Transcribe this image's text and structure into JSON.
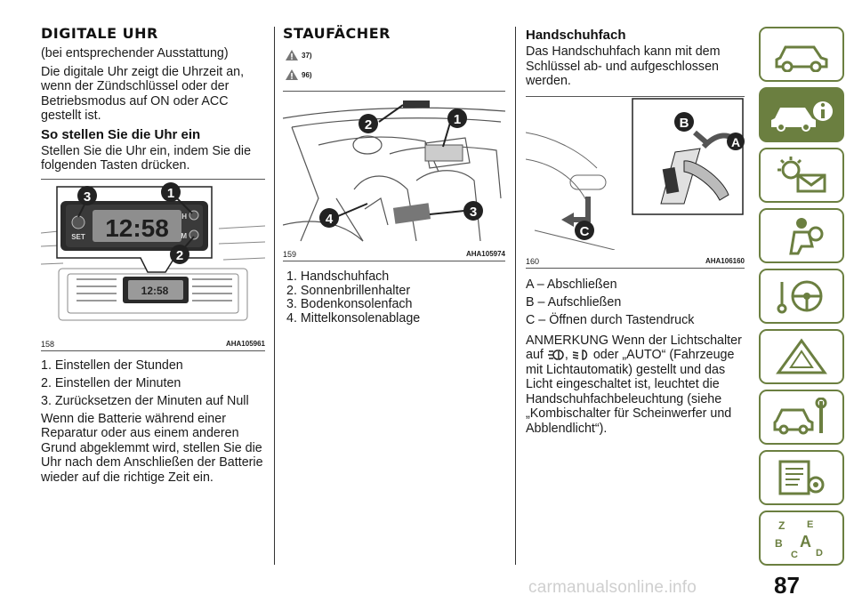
{
  "col1": {
    "title": "DIGITALE UHR",
    "p1": "(bei entsprechender Ausstattung)",
    "p2": "Die digitale Uhr zeigt die Uhrzeit an, wenn der Zündschlüssel oder der Betriebsmodus auf ON oder ACC gestellt ist.",
    "subtitle": "So stellen Sie die Uhr ein",
    "p3": "Stellen Sie die Uhr ein, indem Sie die folgenden Tasten drücken.",
    "figure": {
      "number": "158",
      "code": "AHA105961",
      "clock_time": "12:58",
      "small_time": "12:58",
      "set_label": "SET",
      "h_label": "H",
      "m_label": "M",
      "callouts": [
        "3",
        "1",
        "2"
      ]
    },
    "list": [
      "1. Einstellen der Stunden",
      "2. Einstellen der Minuten",
      "3. Zurücksetzen der Minuten auf Null"
    ],
    "p4": "Wenn die Batterie während einer Reparatur oder aus einem anderen Grund abgeklemmt wird, stellen Sie die Uhr nach dem Anschließen der Batterie wieder auf die richtige Zeit ein."
  },
  "col2": {
    "title": "STAUFÄCHER",
    "warnings": [
      "37)",
      "96)"
    ],
    "figure": {
      "number": "159",
      "code": "AHA105974",
      "callouts": [
        "2",
        "1",
        "4",
        "3"
      ]
    },
    "list": [
      "1. Handschuhfach",
      "2. Sonnenbrillenhalter",
      "3. Bodenkonsolenfach",
      "4. Mittelkonsolenablage"
    ]
  },
  "col3": {
    "title": "Handschuhfach",
    "p1": "Das Handschuhfach kann mit dem Schlüssel ab- und aufgeschlossen werden.",
    "figure": {
      "number": "160",
      "code": "AHA106160",
      "callouts": [
        "B",
        "A",
        "C"
      ]
    },
    "list": [
      "A – Abschließen",
      "B – Aufschließen",
      "C – Öffnen durch Tastendruck"
    ],
    "note_a": "ANMERKUNG   Wenn der Lichtschalter auf",
    "note_sep": ",",
    "note_b": "oder „AUTO“ (Fahrzeuge mit Lichtautomatik) gestellt und das Licht eingeschaltet ist, leuchtet die Handschuhfachbeleuchtung (siehe „Kombischalter für Scheinwerfer und Abblendlicht“)."
  },
  "page_number": "87",
  "watermark": "carmanualsonline.info",
  "accent_color": "#6b7f40",
  "tab_icons": [
    "car-icon",
    "car-info-icon",
    "warning-lights-icon",
    "airbag-seat-icon",
    "steering-key-icon",
    "emergency-triangle-icon",
    "car-service-icon",
    "technical-data-icon",
    "alphabet-index-icon"
  ]
}
